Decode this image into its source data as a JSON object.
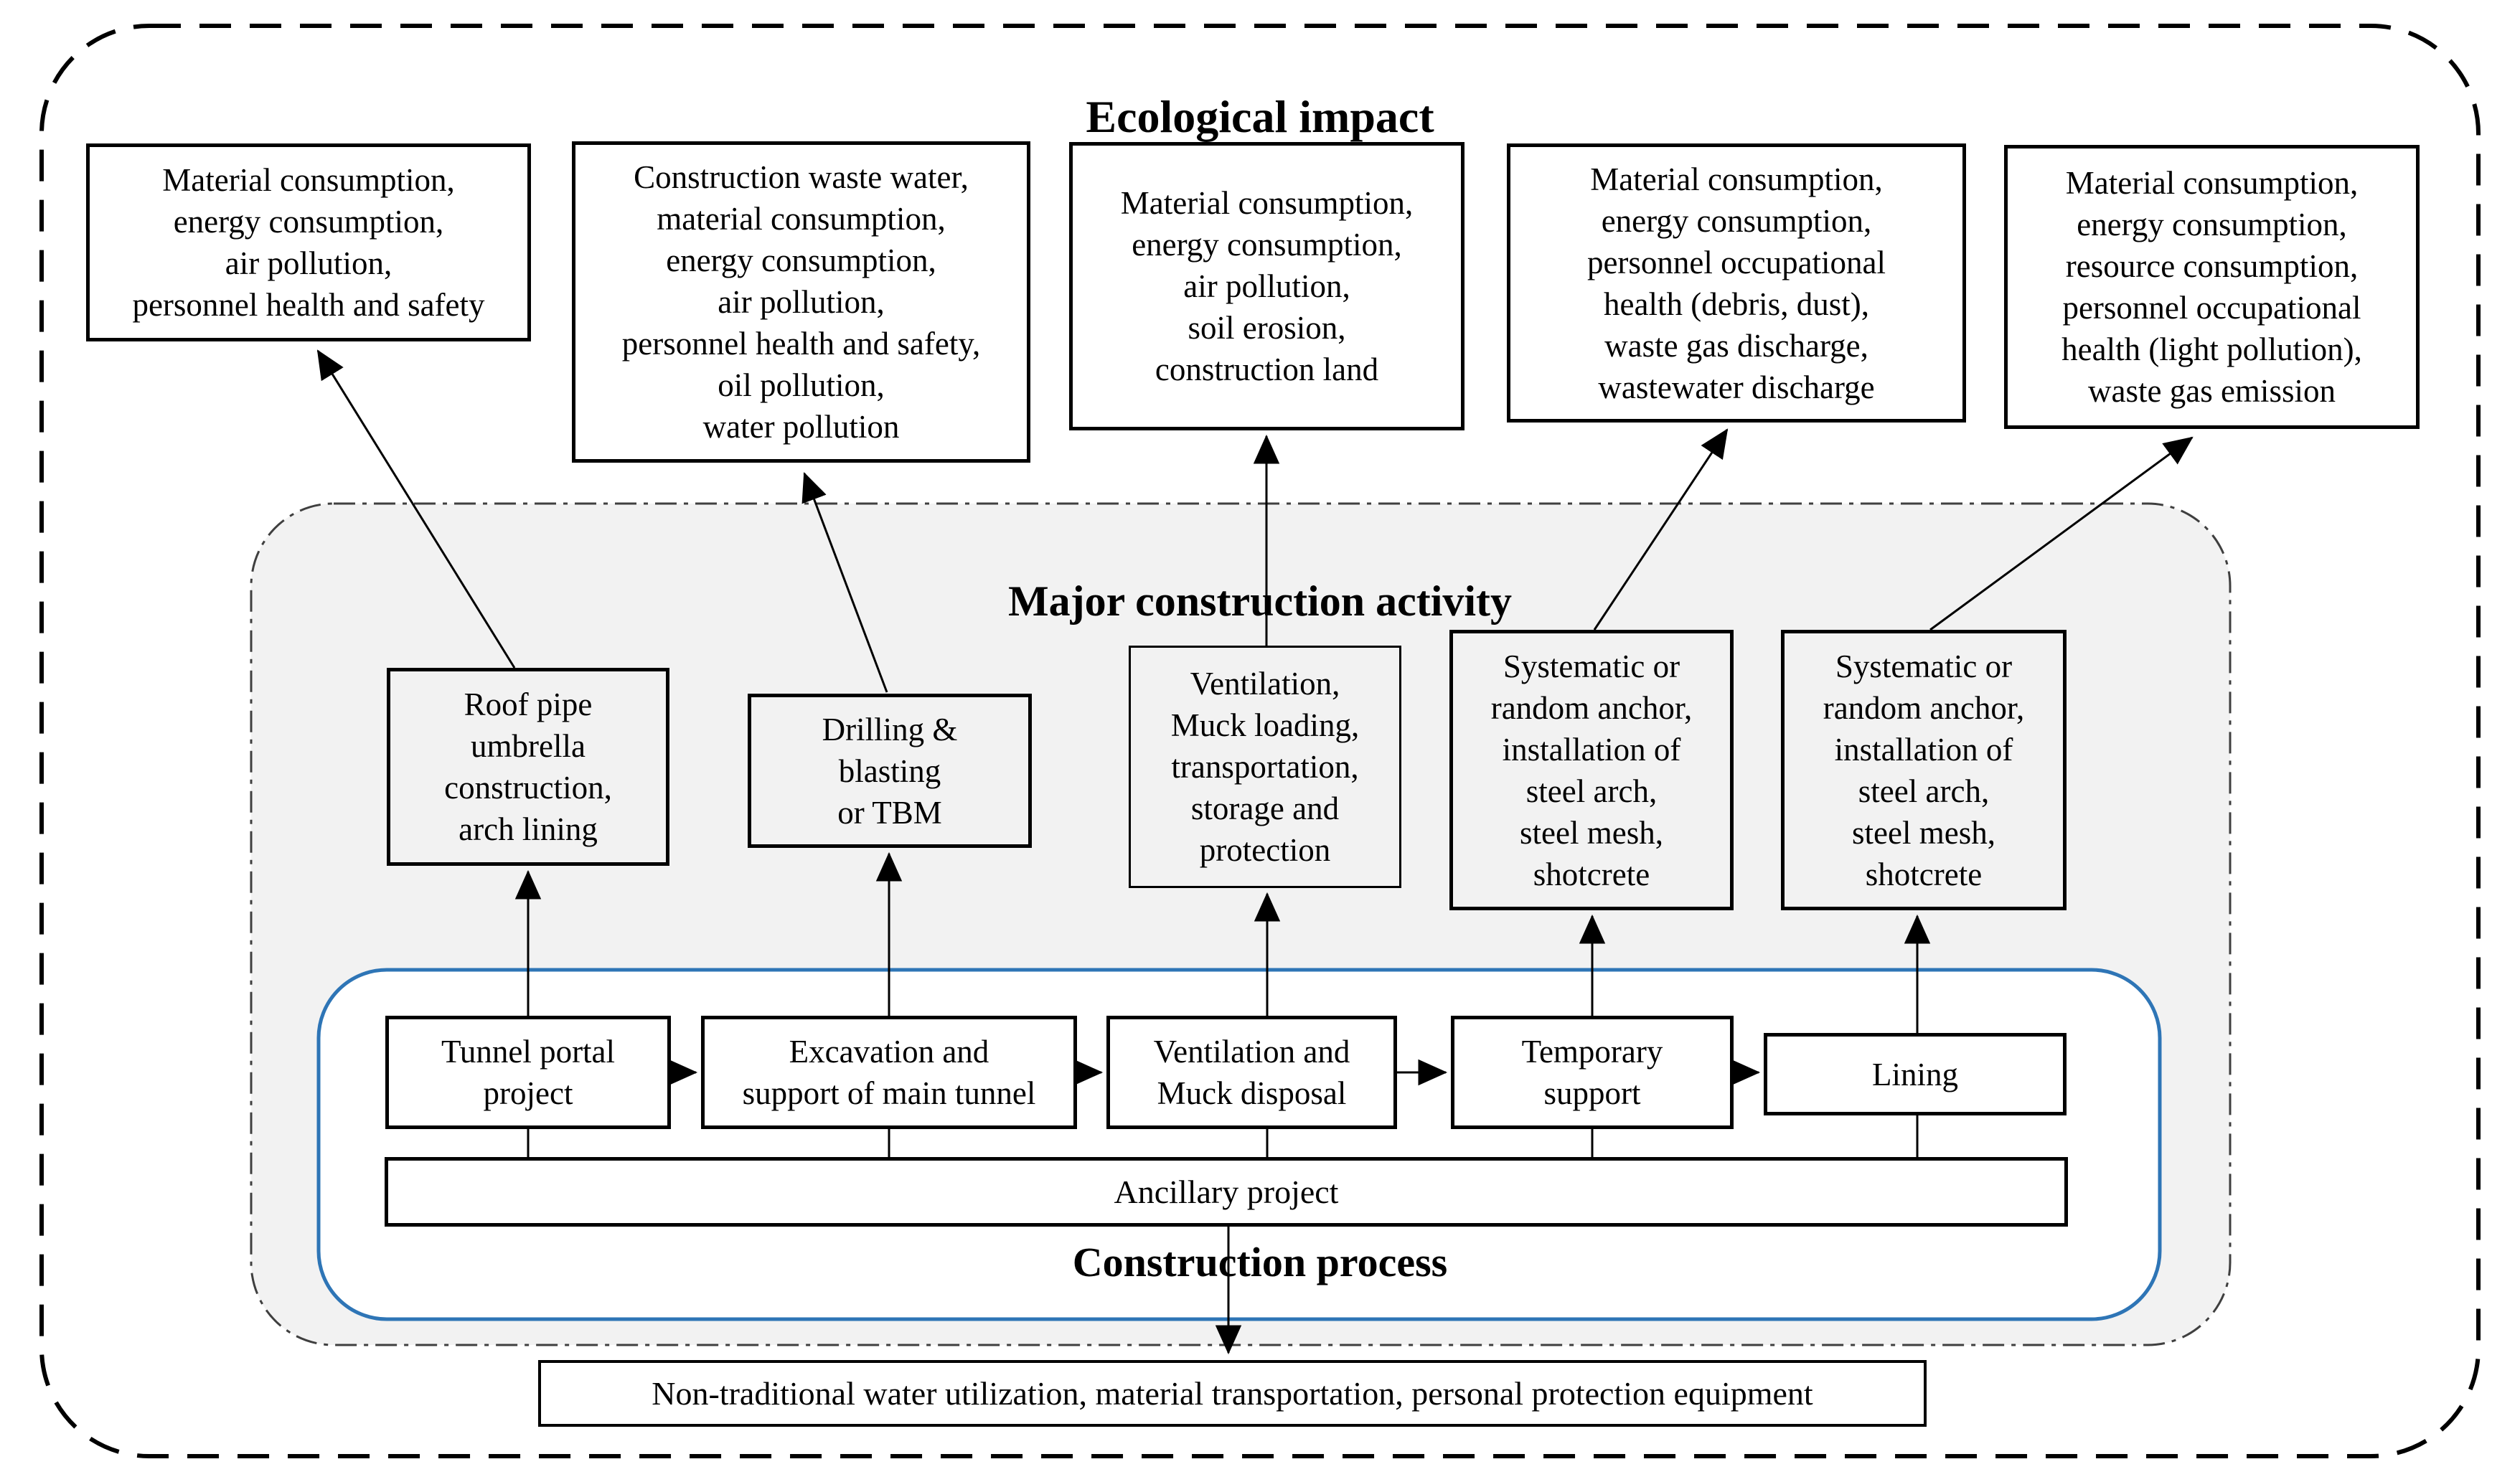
{
  "titles": {
    "ecological": "Ecological impact",
    "major_activity": "Major construction activity",
    "construction_process": "Construction process"
  },
  "impact_boxes": [
    {
      "name": "portal-impacts",
      "lines": [
        "Material consumption,",
        "energy consumption,",
        "air pollution,",
        "personnel health and safety"
      ]
    },
    {
      "name": "excavation-impacts",
      "lines": [
        "Construction waste water,",
        "material consumption,",
        "energy consumption,",
        "air pollution,",
        "personnel health and safety,",
        "oil pollution,",
        "water pollution"
      ]
    },
    {
      "name": "ventilation-impacts",
      "lines": [
        "Material consumption,",
        "energy consumption,",
        "air pollution,",
        "soil erosion,",
        "construction land"
      ]
    },
    {
      "name": "temporary-support-impacts",
      "lines": [
        "Material consumption,",
        "energy consumption,",
        "personnel occupational",
        "health (debris, dust),",
        "waste gas discharge,",
        "wastewater discharge"
      ]
    },
    {
      "name": "lining-impacts",
      "lines": [
        "Material consumption,",
        "energy consumption,",
        "resource consumption,",
        "personnel occupational",
        "health (light pollution),",
        "waste gas emission"
      ]
    }
  ],
  "activity_boxes": [
    {
      "name": "roof-pipe",
      "lines": [
        "Roof pipe",
        "umbrella",
        "construction,",
        "arch lining"
      ]
    },
    {
      "name": "drilling",
      "lines": [
        "Drilling &",
        "blasting",
        "or TBM"
      ]
    },
    {
      "name": "ventilation-muck",
      "lines": [
        "Ventilation,",
        "Muck loading,",
        "transportation,",
        "storage and",
        "protection"
      ]
    },
    {
      "name": "anchor-support-1",
      "lines": [
        "Systematic or",
        "random anchor,",
        "installation of",
        "steel arch,",
        "steel mesh,",
        "shotcrete"
      ]
    },
    {
      "name": "anchor-support-2",
      "lines": [
        "Systematic or",
        "random anchor,",
        "installation of",
        "steel arch,",
        "steel mesh,",
        "shotcrete"
      ]
    }
  ],
  "process_boxes": [
    {
      "name": "tunnel-portal",
      "lines": [
        "Tunnel portal",
        "project"
      ]
    },
    {
      "name": "excavation",
      "lines": [
        "Excavation and",
        "support of main tunnel"
      ]
    },
    {
      "name": "ventilation-disposal",
      "lines": [
        "Ventilation and",
        "Muck disposal"
      ]
    },
    {
      "name": "temporary-support",
      "lines": [
        "Temporary",
        "support"
      ]
    },
    {
      "name": "lining",
      "lines": [
        "Lining"
      ]
    }
  ],
  "ancillary_label": "Ancillary project",
  "bottom_note": "Non-traditional water utilization, material transportation, personal protection equipment",
  "colors": {
    "process_outline": "#2e75b6",
    "activity_region_fill": "#f2f2f2",
    "line": "#000000"
  }
}
